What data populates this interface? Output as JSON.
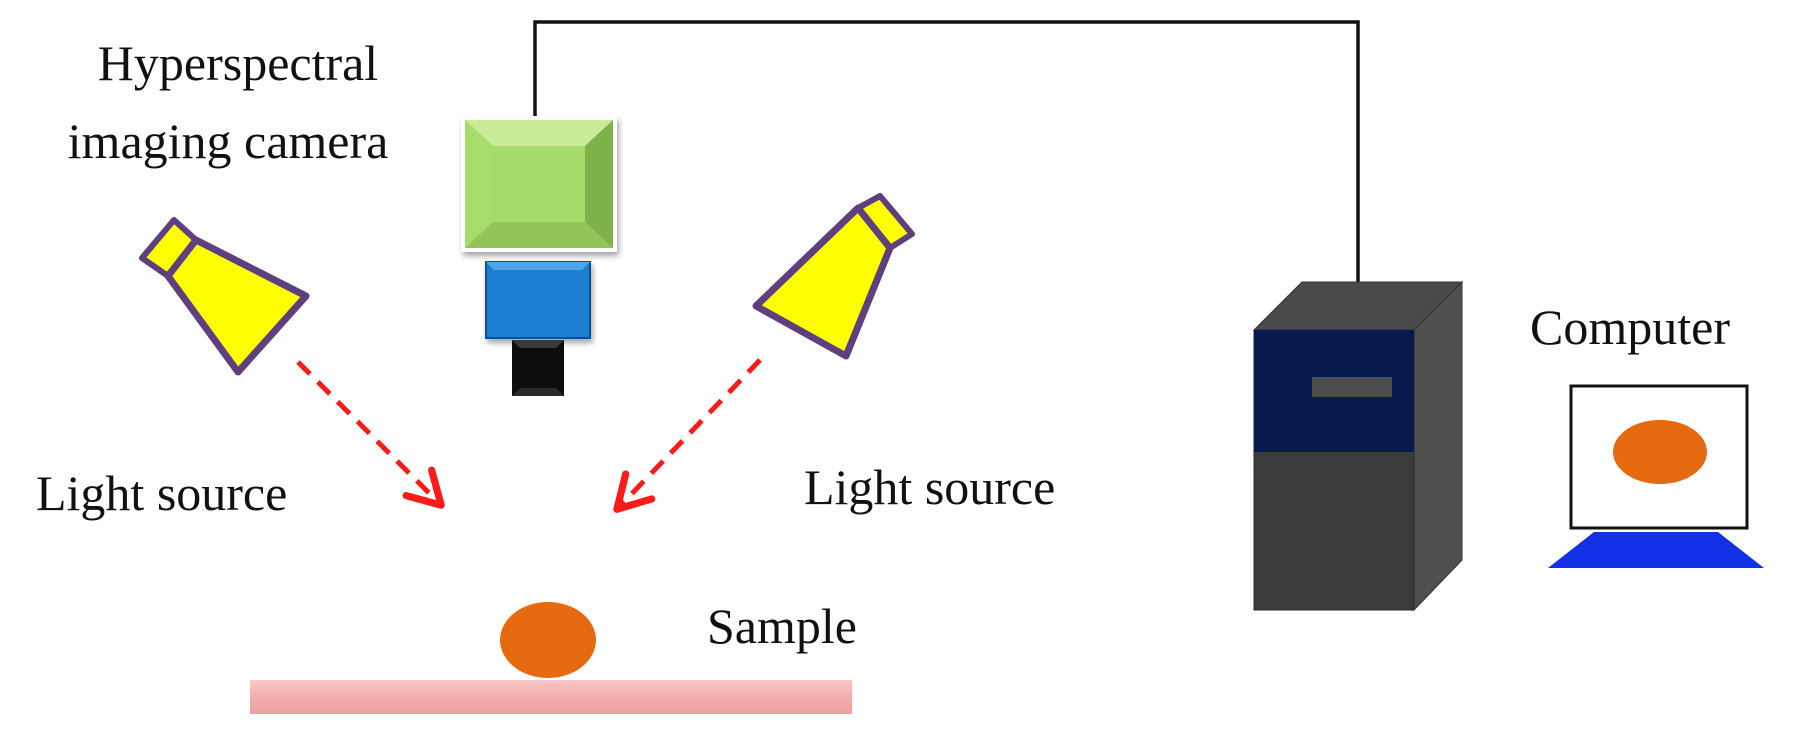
{
  "labels": {
    "camera_line1": "Hyperspectral",
    "camera_line2": "imaging camera",
    "light_source_left": "Light source",
    "light_source_right": "Light source",
    "sample": "Sample",
    "computer": "Computer"
  },
  "colors": {
    "camera_body": "#a6dc6a",
    "camera_lens": "#1a7fd2",
    "camera_aperture": "#0d0d0d",
    "lamp_fill": "#ffff00",
    "lamp_outline": "#5e3f7f",
    "light_ray": "#ff1a1a",
    "sample": "#e56a10",
    "stage": "#f6b4b4",
    "cable": "#111111",
    "tower_front": "#3b3b3b",
    "tower_panel": "#061a4d",
    "monitor_stand": "#1230e6"
  },
  "icons": {
    "camera": "camera-icon",
    "lamps": "lamp-icon",
    "computer_tower": "computer-tower-icon",
    "monitor": "monitor-icon"
  }
}
